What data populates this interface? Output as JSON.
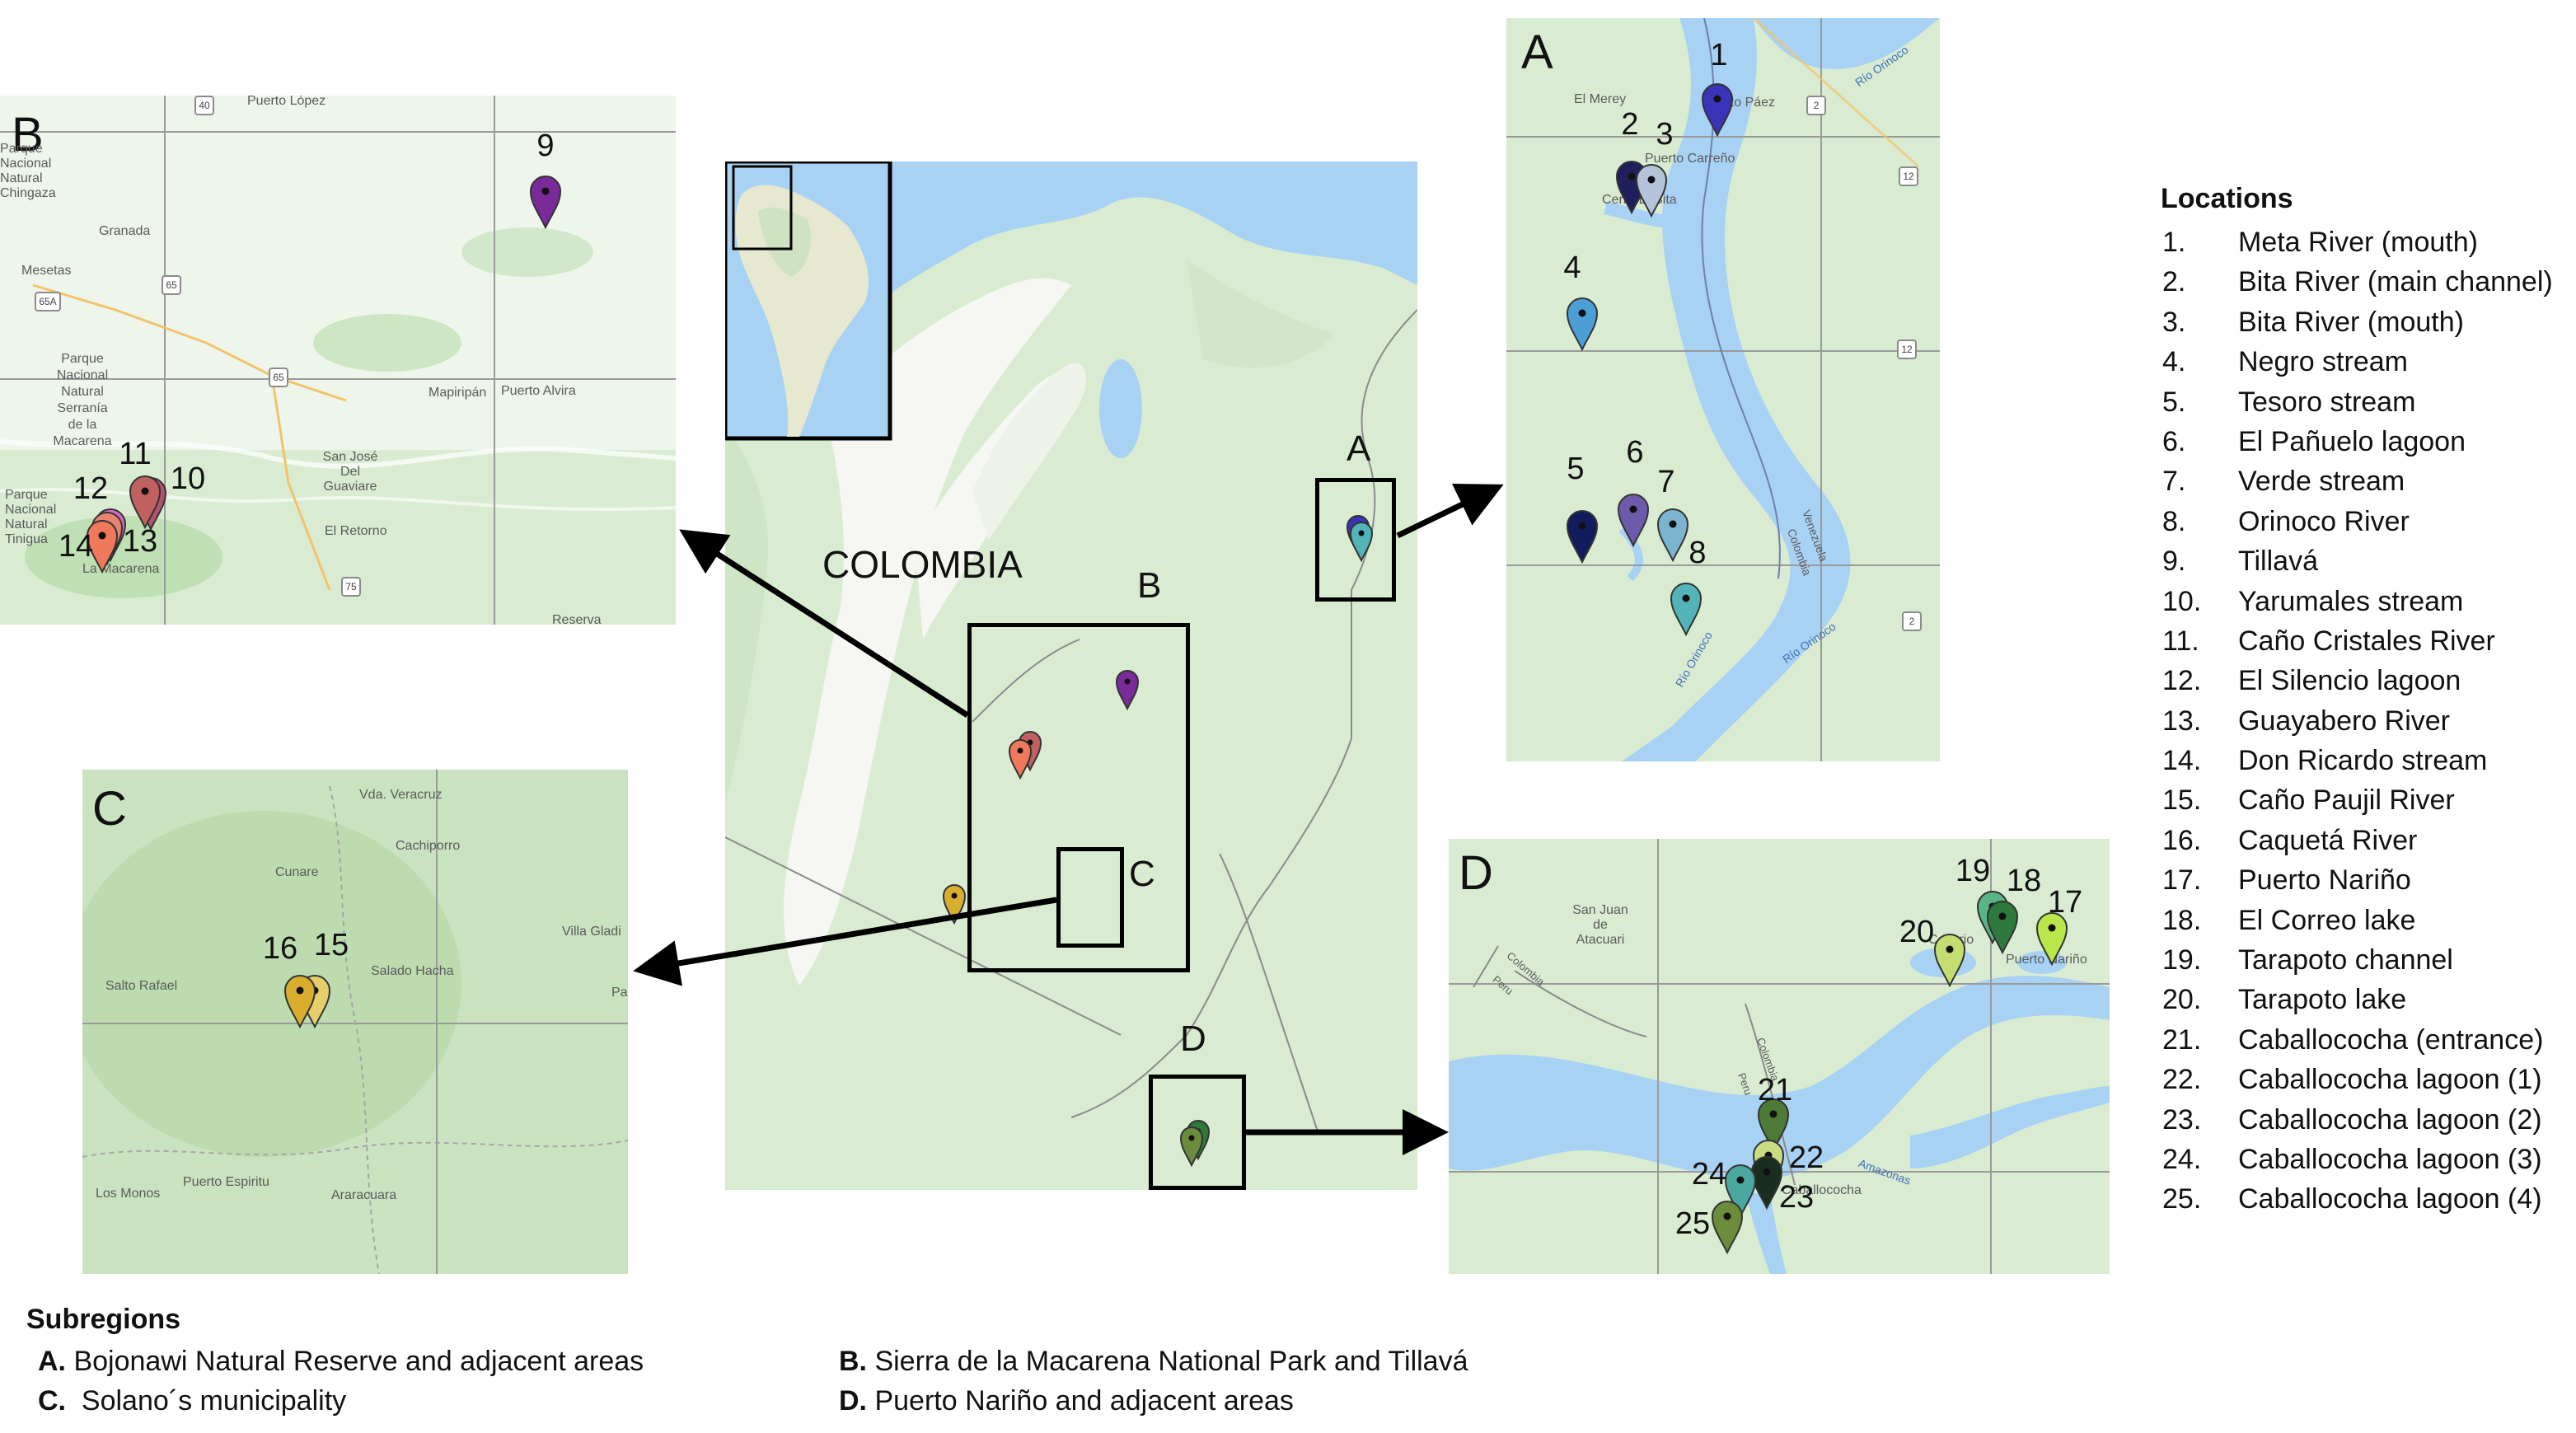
{
  "colors": {
    "land": "#d9ecd2",
    "land_dark": "#bfe0b4",
    "water": "#a8d2f4",
    "andes": "#f6f7f3",
    "grid": "#9a9a9a"
  },
  "main_map": {
    "country_label": "COLOMBIA",
    "box_labels": {
      "A": "A",
      "B": "B",
      "C": "C",
      "D": "D"
    }
  },
  "panel_a": {
    "label": "A",
    "places": [
      "El Merey",
      "Puerto Páez",
      "Puerto Carreño",
      "Cerro El Bita"
    ],
    "rivers": [
      "Río Orinoco",
      "Río Orinoco",
      "Río Orinoco"
    ],
    "borders": [
      "Venezuela",
      "Colombia"
    ],
    "road_shields": [
      "2",
      "12",
      "12",
      "2"
    ],
    "pins": [
      {
        "n": "1",
        "color": "#3a34b8"
      },
      {
        "n": "2",
        "color": "#1f1f5e"
      },
      {
        "n": "3",
        "color": "#b4c3d8"
      },
      {
        "n": "4",
        "color": "#4c9fd6"
      },
      {
        "n": "5",
        "color": "#111c5c"
      },
      {
        "n": "6",
        "color": "#6d5aaa"
      },
      {
        "n": "7",
        "color": "#7cb4cf"
      },
      {
        "n": "8",
        "color": "#52b3b8"
      }
    ]
  },
  "panel_b": {
    "label": "B",
    "places": [
      "Puerto López",
      "Parque Nacional Natural Chingaza",
      "Granada",
      "Mesetas",
      "Parque Nacional Natural Serranía de la Macarena",
      "Mapiripán",
      "Puerto Alvira",
      "San José Del Guaviare",
      "El Retorno",
      "Parque Nacional Natural Tinigua",
      "La Macarena",
      "Reserva"
    ],
    "road_shields": [
      "40",
      "65",
      "65A",
      "65",
      "75"
    ],
    "pins": [
      {
        "n": "9",
        "color": "#7b2a9a"
      },
      {
        "n": "10",
        "color": "#b3526e"
      },
      {
        "n": "11",
        "color": "#c0605f"
      },
      {
        "n": "12",
        "color": "#d86bbf"
      },
      {
        "n": "13",
        "color": "#e8836e"
      },
      {
        "n": "14",
        "color": "#f0795b"
      }
    ]
  },
  "panel_c": {
    "label": "C",
    "places": [
      "Vda. Veracruz",
      "Cunare",
      "Cachiporro",
      "Villa Gladi",
      "Salado Hacha",
      "Salto Rafael",
      "Pa",
      "Los Monos",
      "Puerto Espiritu",
      "Araracuara"
    ],
    "pins": [
      {
        "n": "16",
        "color": "#d9ae2e"
      },
      {
        "n": "15",
        "color": "#e7ce6c"
      }
    ]
  },
  "panel_d": {
    "label": "D",
    "places": [
      "San Juan de Atacuari",
      "Caserio",
      "Puerto Nariño",
      "Caballococha"
    ],
    "rivers": [
      "Amazonas"
    ],
    "borders": [
      "Colombia",
      "Peru",
      "Colombia",
      "Peru"
    ],
    "pins": [
      {
        "n": "19",
        "color": "#58b585"
      },
      {
        "n": "18",
        "color": "#2e7a3c"
      },
      {
        "n": "17",
        "color": "#b9e64a"
      },
      {
        "n": "20",
        "color": "#c4dd70"
      },
      {
        "n": "21",
        "color": "#4d7a36"
      },
      {
        "n": "22",
        "color": "#c9dc82"
      },
      {
        "n": "23",
        "color": "#1a2e20"
      },
      {
        "n": "24",
        "color": "#4aa8a0"
      },
      {
        "n": "25",
        "color": "#6b8c3a"
      }
    ]
  },
  "legend": {
    "title": "Locations",
    "items": [
      {
        "num": "1.",
        "name": "Meta River (mouth)"
      },
      {
        "num": "2.",
        "name": "Bita River (main channel)"
      },
      {
        "num": "3.",
        "name": "Bita River (mouth)"
      },
      {
        "num": "4.",
        "name": "Negro stream"
      },
      {
        "num": "5.",
        "name": "Tesoro stream"
      },
      {
        "num": "6.",
        "name": "El Pañuelo lagoon"
      },
      {
        "num": "7.",
        "name": "Verde stream"
      },
      {
        "num": "8.",
        "name": "Orinoco River"
      },
      {
        "num": "9.",
        "name": "Tillavá"
      },
      {
        "num": "10.",
        "name": "Yarumales stream"
      },
      {
        "num": "11.",
        "name": "Caño Cristales River"
      },
      {
        "num": "12.",
        "name": "El Silencio lagoon"
      },
      {
        "num": "13.",
        "name": "Guayabero River"
      },
      {
        "num": "14.",
        "name": "Don Ricardo stream"
      },
      {
        "num": "15.",
        "name": "Caño Paujil River"
      },
      {
        "num": "16.",
        "name": "Caquetá River"
      },
      {
        "num": "17.",
        "name": "Puerto Nariño"
      },
      {
        "num": "18.",
        "name": "El Correo lake"
      },
      {
        "num": "19.",
        "name": "Tarapoto channel"
      },
      {
        "num": "20.",
        "name": "Tarapoto lake"
      },
      {
        "num": "21.",
        "name": "Caballococha (entrance)"
      },
      {
        "num": "22.",
        "name": "Caballococha lagoon (1)"
      },
      {
        "num": "23.",
        "name": "Caballococha lagoon (2)"
      },
      {
        "num": "24.",
        "name": "Caballococha lagoon (3)"
      },
      {
        "num": "25.",
        "name": "Caballococha lagoon (4)"
      }
    ]
  },
  "subregions": {
    "title": "Subregions",
    "items": [
      {
        "key": "A.",
        "text": " Bojonawi Natural Reserve and adjacent areas"
      },
      {
        "key": "B.",
        "text": " Sierra de la Macarena National Park and Tillavá"
      },
      {
        "key": "C.",
        "text": "  Solano´s municipality"
      },
      {
        "key": "D.",
        "text": " Puerto Nariño and adjacent areas"
      }
    ]
  }
}
